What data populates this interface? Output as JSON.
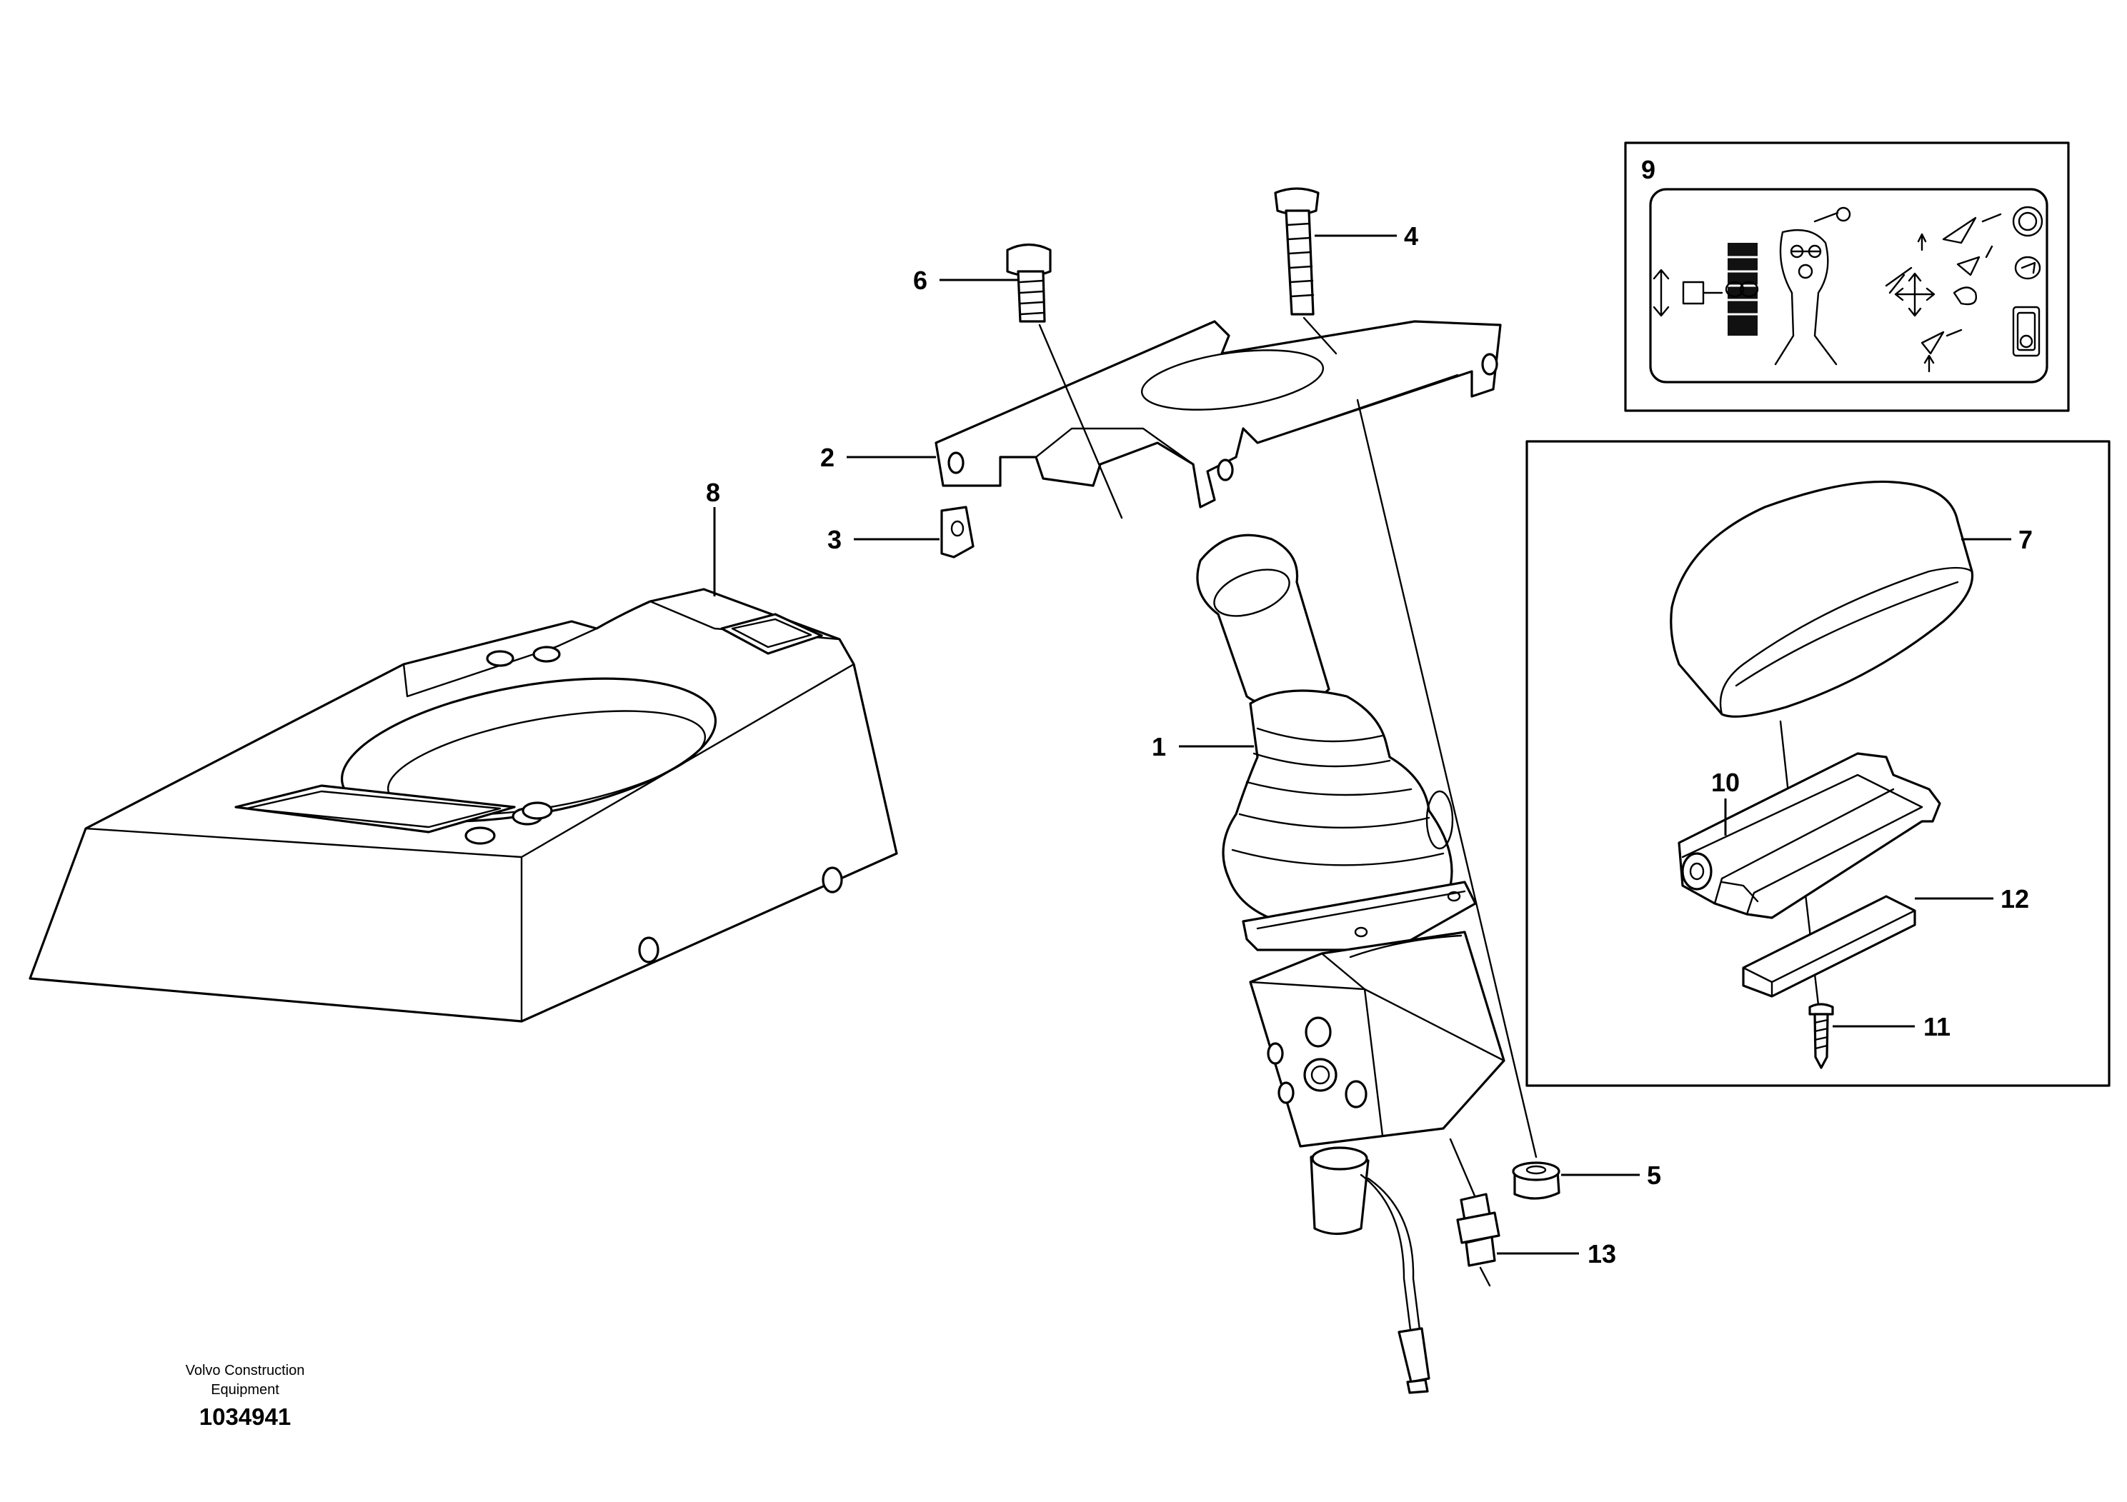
{
  "callouts": {
    "c1": "1",
    "c2": "2",
    "c3": "3",
    "c4": "4",
    "c5": "5",
    "c6": "6",
    "c7": "7",
    "c8": "8",
    "c9": "9",
    "c10": "10",
    "c11": "11",
    "c12": "12",
    "c13": "13"
  },
  "footer": {
    "company_line1": "Volvo Construction",
    "company_line2": "Equipment",
    "drawing_number": "1034941"
  },
  "icons": [
    "lever-pattern-icon",
    "joystick-icon",
    "bucket-icon",
    "boom-icon",
    "arrow-cross-icon",
    "lock-icon"
  ],
  "colors": {
    "ink": "#000000",
    "paper": "#ffffff"
  }
}
